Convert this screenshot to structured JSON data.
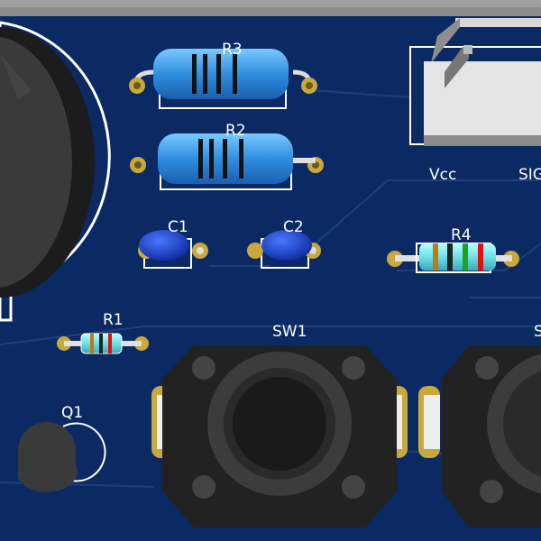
{
  "labels": {
    "r3": "R3",
    "r2": "R2",
    "c1": "C1",
    "c2": "C2",
    "r4": "R4",
    "r1": "R1",
    "sw1": "SW1",
    "sw2_partial": "S",
    "q1": "Q1",
    "vcc": "Vcc",
    "sig": "SIG"
  },
  "colors": {
    "board": "#0b2a63",
    "trace": "#1c3d7e",
    "silkscreen": "#ffffff",
    "pad": "#c9a93b",
    "resistor_body": "#3a9ee6",
    "small_resistor_body": "#7de8ea",
    "capacitor": "#1a3fc4",
    "switch_body": "#2a2a2a",
    "connector": "#e6e6e6"
  }
}
